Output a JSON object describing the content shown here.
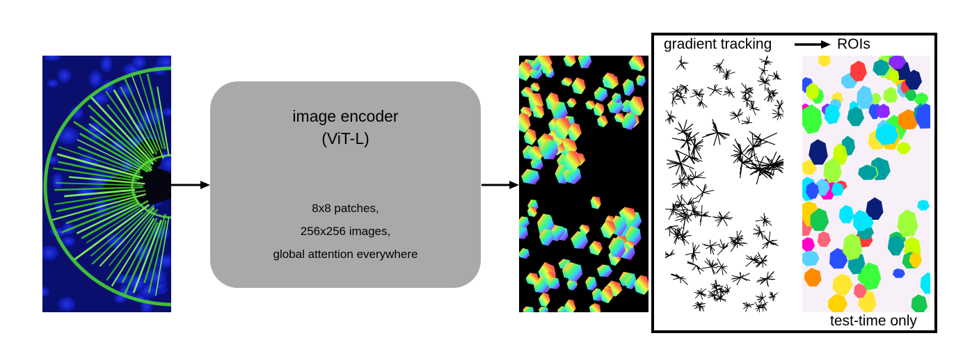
{
  "encoder": {
    "title_line1": "image encoder",
    "title_line2": "(ViT-L)",
    "detail_line1": "8x8 patches,",
    "detail_line2": "256x256 images,",
    "detail_line3": "global attention everywhere"
  },
  "postprocess": {
    "step_from": "gradient tracking",
    "step_to": "ROIs",
    "footnote": "test-time only"
  },
  "colors": {
    "encoder_box": "#a9a9a9",
    "arrow": "#000000",
    "panel_border": "#000000",
    "micrograph_nuclei": "#1428c8",
    "micrograph_membrane": "#3cc828",
    "flow_background": "#000000",
    "roi_background": "#f8f0f8"
  },
  "icons": {
    "input_image": "fluorescence-micrograph",
    "flow_output": "hsv-flow-field",
    "tracking_image": "gradient-streamlines",
    "roi_image": "colored-cell-masks"
  }
}
